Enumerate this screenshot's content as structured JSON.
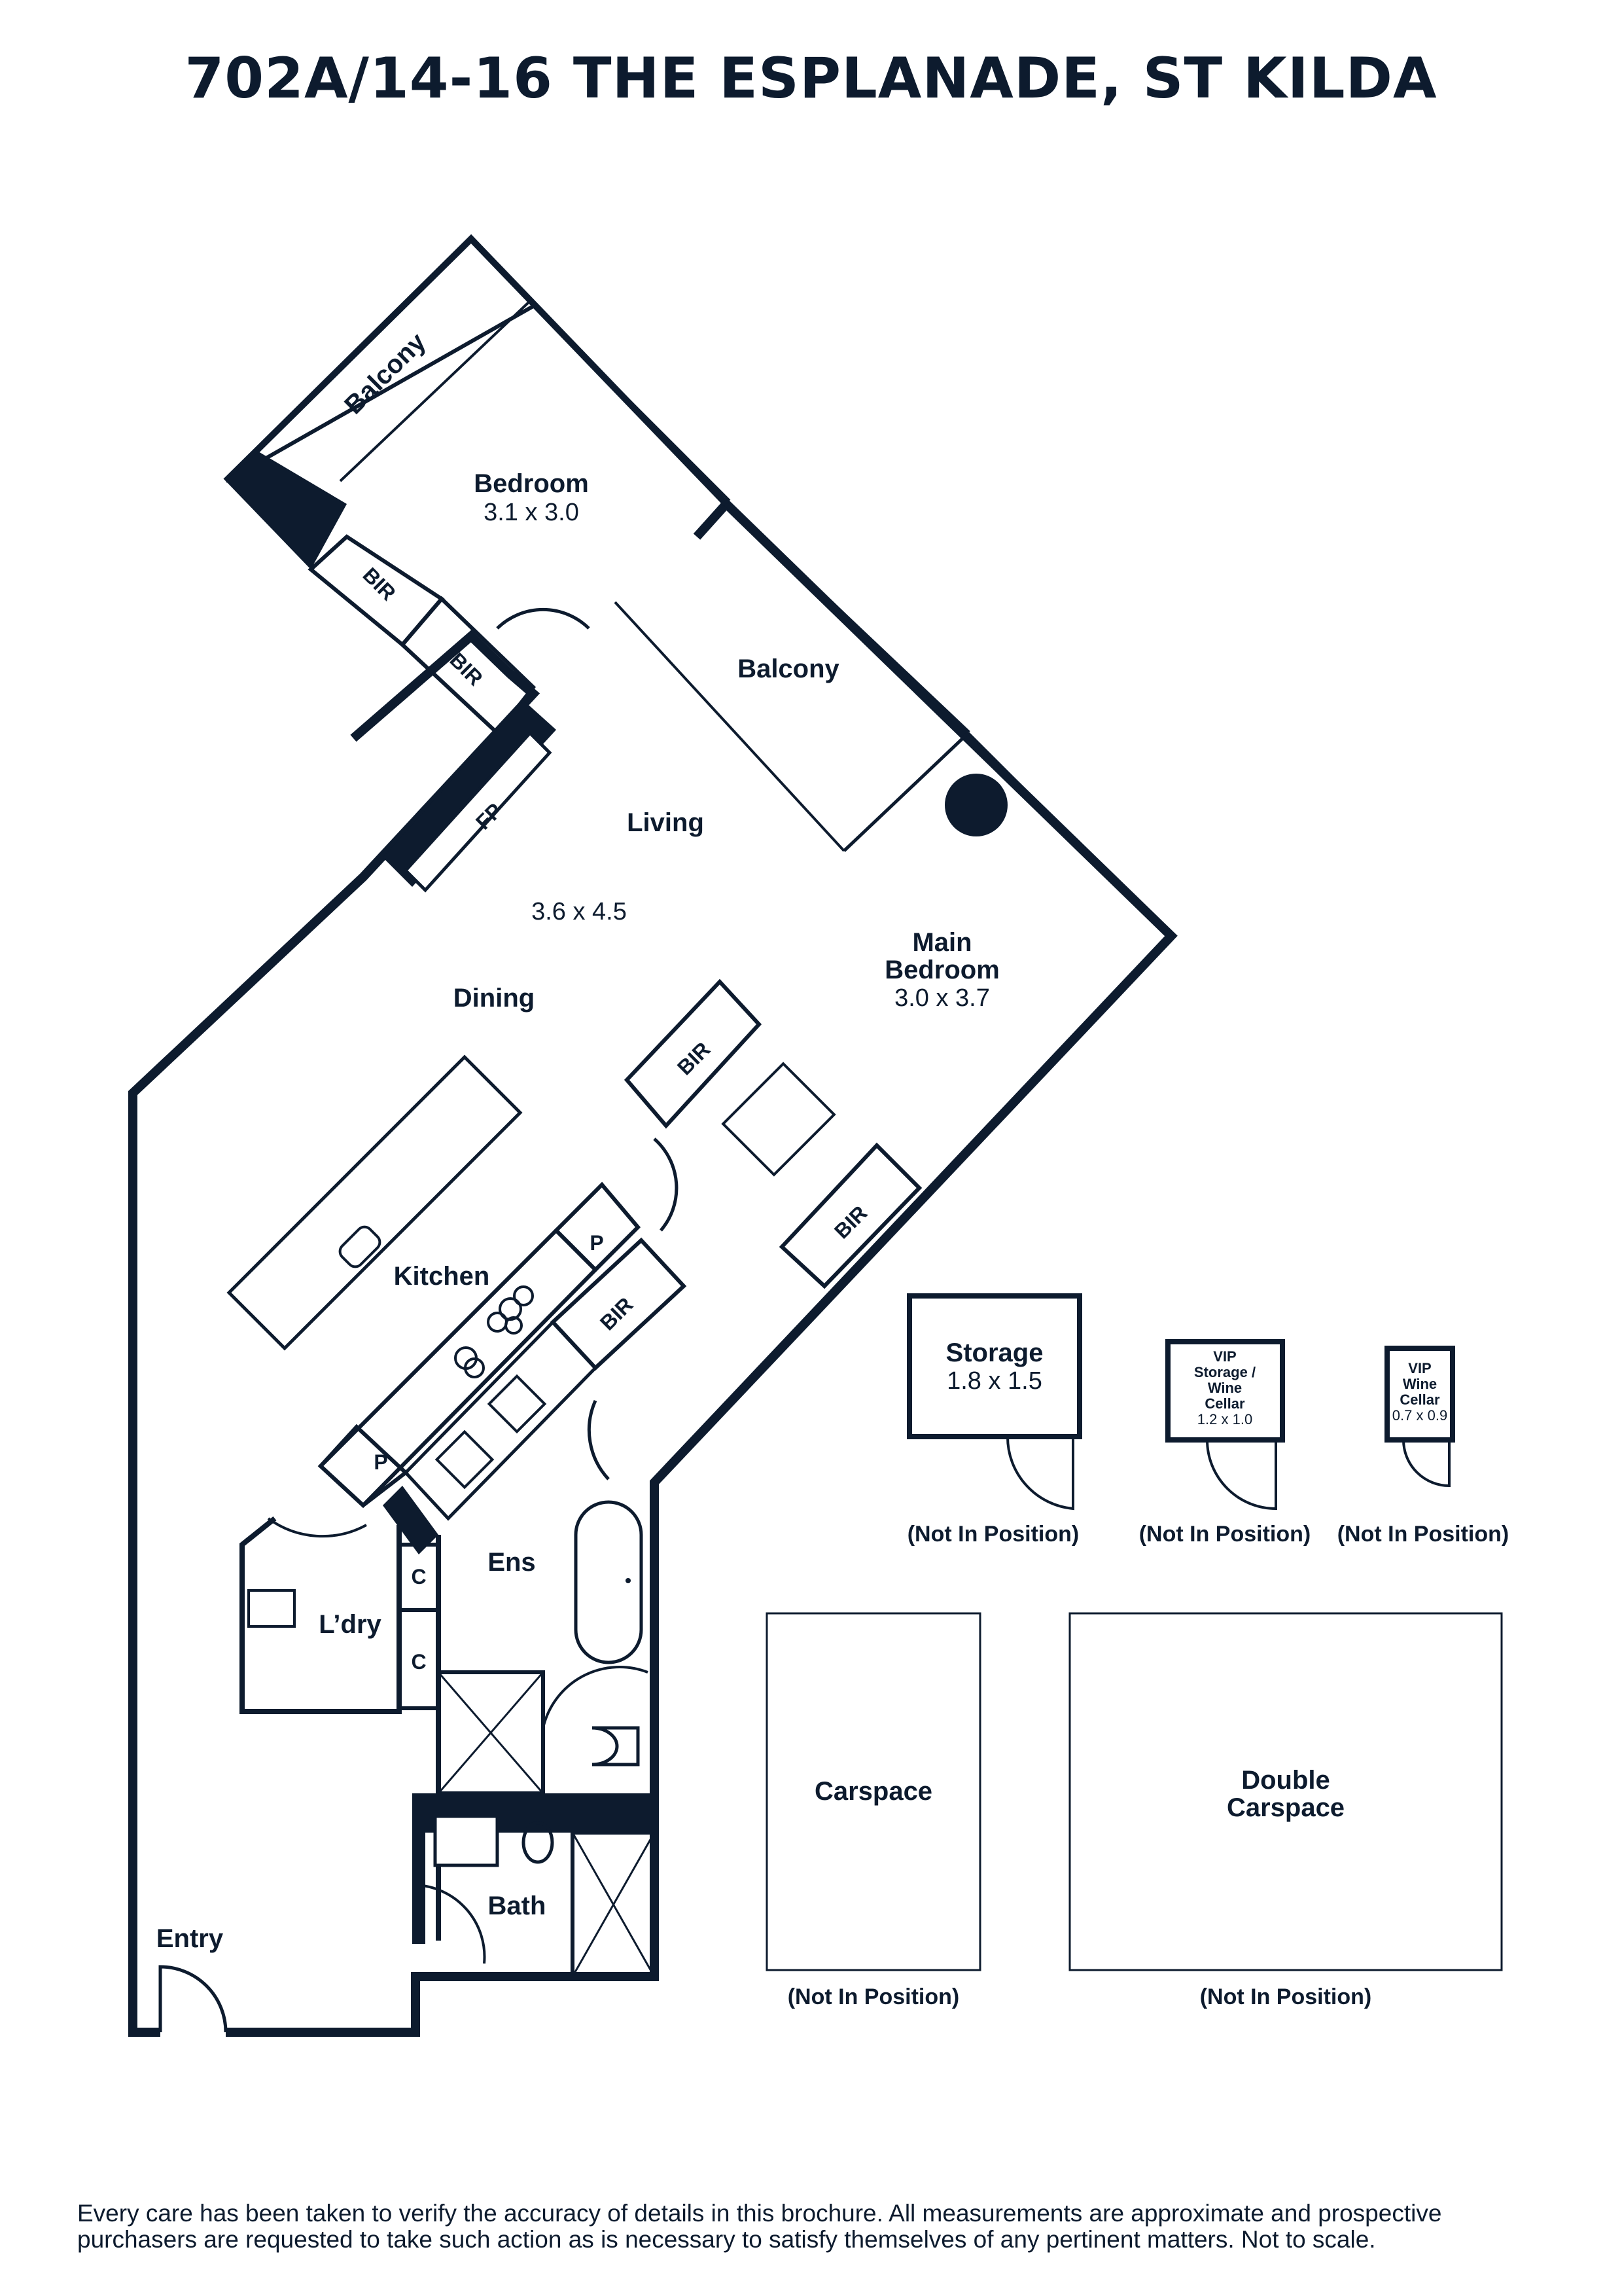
{
  "title": "702A/14-16 THE ESPLANADE, ST KILDA",
  "rooms": {
    "balcony_top": "Balcony",
    "bedroom": "Bedroom",
    "bedroom_size": "3.1 x 3.0",
    "bir_1": "BIR",
    "bir_2": "BIR",
    "balcony_mid": "Balcony",
    "fp": "FP",
    "living": "Living",
    "living_size": "3.6 x 4.5",
    "dining": "Dining",
    "main_bedroom_line1": "Main",
    "main_bedroom_line2": "Bedroom",
    "main_bedroom_size": "3.0 x 3.7",
    "bir_3": "BIR",
    "bir_4": "BIR",
    "bir_5": "BIR",
    "pantry_1": "P",
    "pantry_2": "P",
    "kitchen": "Kitchen",
    "ens": "Ens",
    "laundry": "L’dry",
    "cupboard_1": "C",
    "cupboard_2": "C",
    "bath": "Bath",
    "entry": "Entry"
  },
  "outbuildings": {
    "storage": "Storage",
    "storage_size": "1.8 x 1.5",
    "vip_storage_line1": "VIP",
    "vip_storage_line2": "Storage /",
    "vip_storage_line3": "Wine",
    "vip_storage_line4": "Cellar",
    "vip_storage_size": "1.2 x 1.0",
    "vip_wine_line1": "VIP",
    "vip_wine_line2": "Wine",
    "vip_wine_line3": "Cellar",
    "vip_wine_size": "0.7 x 0.9",
    "carspace": "Carspace",
    "double_carspace_line1": "Double",
    "double_carspace_line2": "Carspace",
    "not_in_position_1": "(Not In Position)",
    "not_in_position_2": "(Not In Position)",
    "not_in_position_3": "(Not In Position)",
    "not_in_position_4": "(Not In Position)",
    "not_in_position_5": "(Not In Position)"
  },
  "disclaimer": "Every care has been taken to verify the accuracy of details in this brochure. All measurements are approximate and prospective purchasers are requested to take such action as is necessary to satisfy themselves of any pertinent matters. Not to scale.",
  "colors": {
    "ink": "#0d1b2e",
    "background": "#ffffff"
  }
}
